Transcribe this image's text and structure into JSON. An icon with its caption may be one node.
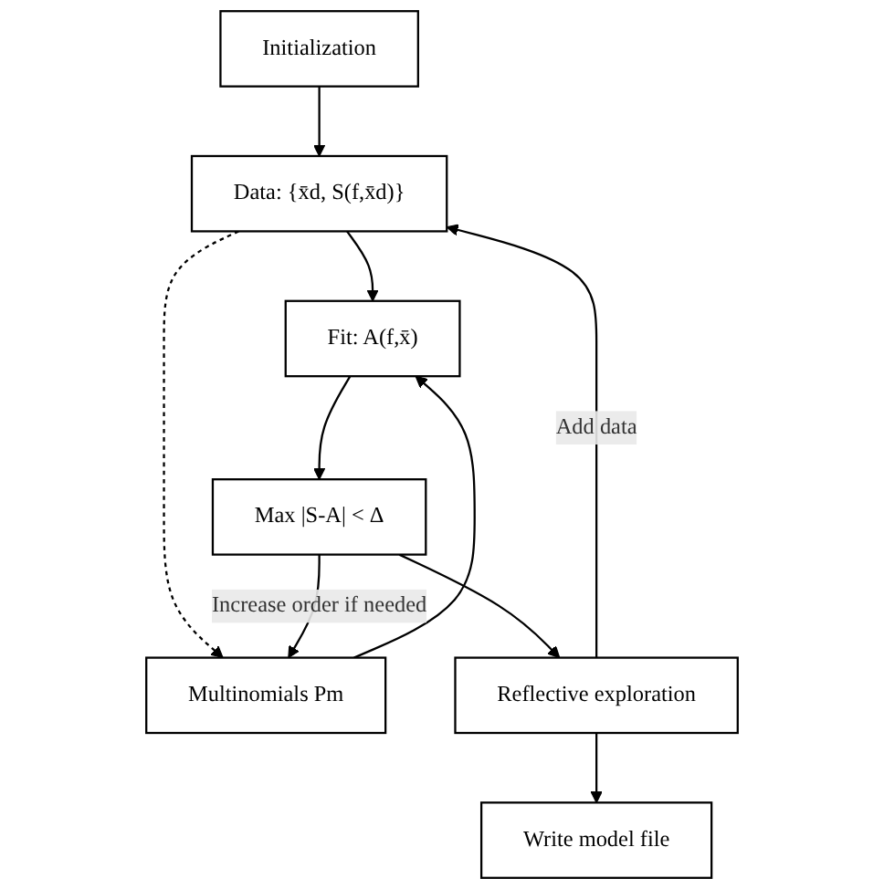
{
  "diagram": {
    "nodes": [
      {
        "text": [
          "Initialization"
        ]
      },
      {
        "text": [
          "Data: {x̄d, S(f,x̄d)}"
        ]
      },
      {
        "text": [
          "Fit: A(f,x̄)"
        ]
      },
      {
        "text": [
          "Max |S-A| < Δ"
        ]
      },
      {
        "text": [
          "Multinomials Pm"
        ]
      },
      {
        "text": [
          "Reflective exploration"
        ]
      },
      {
        "text": [
          "Write model file"
        ]
      }
    ],
    "edges": [
      {
        "from": 0,
        "to": 1,
        "arrow": "to"
      },
      {
        "from": 1,
        "to": 2,
        "arrow": "to"
      },
      {
        "from": 1,
        "to": 4,
        "arrow": "to",
        "style": "dashed"
      },
      {
        "from": 4,
        "to": 2,
        "arrow": "to"
      },
      {
        "from": 2,
        "to": 3,
        "arrow": "to"
      },
      {
        "from": 3,
        "to": 4,
        "arrow": "to",
        "label": "Increase order if needed"
      },
      {
        "from": 3,
        "to": 5,
        "arrow": "to"
      },
      {
        "from": 5,
        "to": 1,
        "arrow": "to",
        "label": "Add data"
      },
      {
        "from": 5,
        "to": 6,
        "arrow": "to"
      }
    ]
  }
}
